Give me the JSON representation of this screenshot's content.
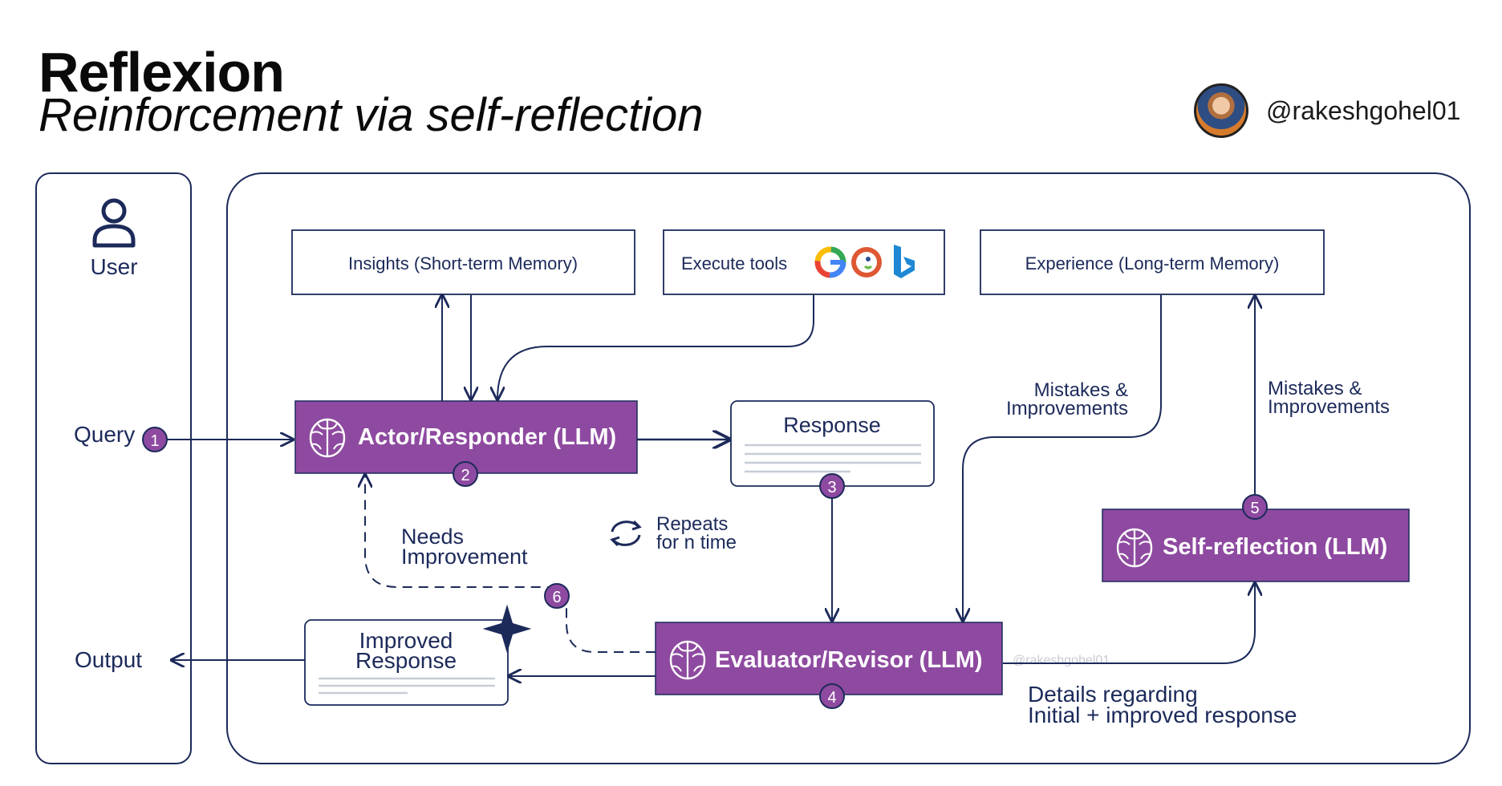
{
  "header": {
    "title": "Reflexion",
    "subtitle": "Reinforcement via self-reflection",
    "author_handle": "@rakeshgohel01"
  },
  "user_panel": {
    "user_label": "User",
    "query_label": "Query",
    "output_label": "Output"
  },
  "nodes": {
    "short_term_memory": "Insights (Short-term Memory)",
    "execute_tools": "Execute tools",
    "long_term_memory": "Experience (Long-term Memory)",
    "actor": "Actor/Responder (LLM)",
    "response": "Response",
    "evaluator": "Evaluator/Revisor (LLM)",
    "self_reflection": "Self-reflection (LLM)",
    "improved_response_line1": "Improved",
    "improved_response_line2": "Response"
  },
  "annotations": {
    "mistakes_left_line1": "Mistakes &",
    "mistakes_left_line2": "Improvements",
    "mistakes_right_line1": "Mistakes &",
    "mistakes_right_line2": "Improvements",
    "needs_line1": "Needs",
    "needs_line2": "Improvement",
    "repeats_line1": "Repeats",
    "repeats_line2": "for n time",
    "details_line1": "Details regarding",
    "details_line2": "Initial + improved response",
    "watermark": "@rakeshgohel01"
  },
  "steps": [
    "1",
    "2",
    "3",
    "4",
    "5",
    "6"
  ],
  "colors": {
    "accent_purple": "#8e4aa0",
    "navy": "#1c2a5a",
    "badge": "#8e4aa0"
  },
  "icons": [
    "user-icon",
    "brain-icon",
    "google-icon",
    "duckduckgo-icon",
    "bing-icon",
    "cycle-icon"
  ]
}
